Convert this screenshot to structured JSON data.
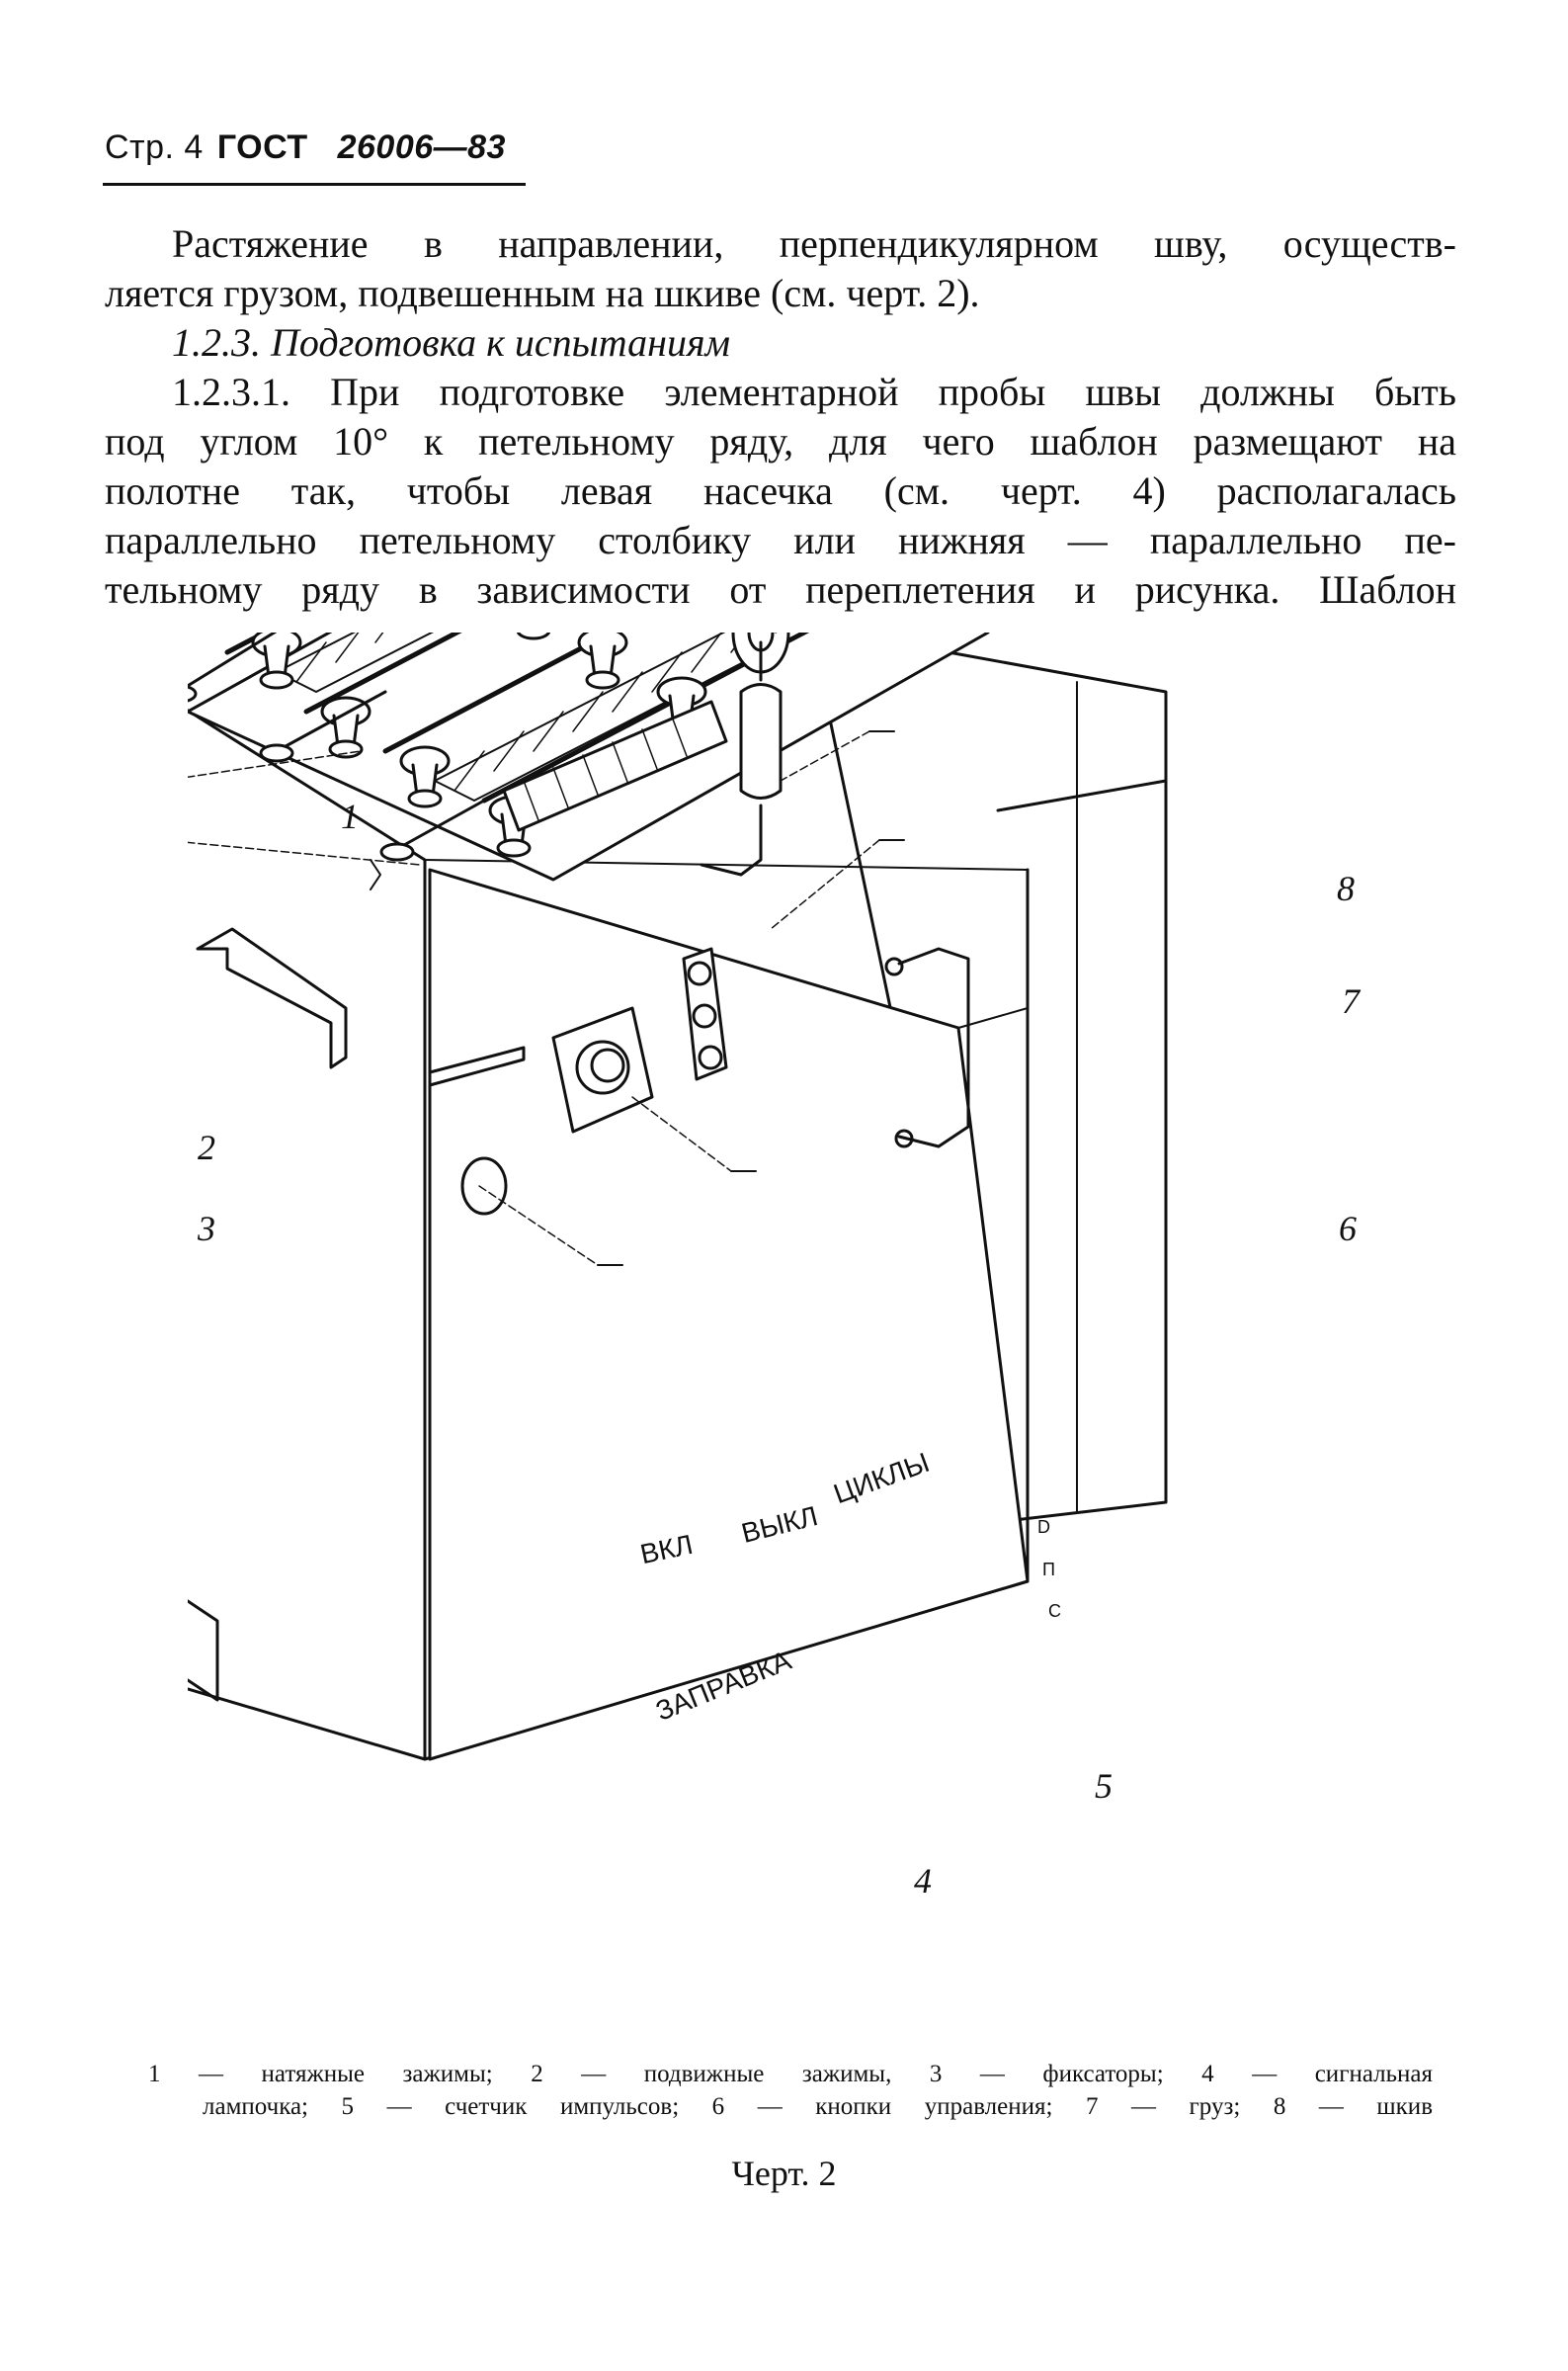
{
  "header": {
    "page_label": "Стр. 4",
    "standard": "ГОСТ",
    "number": "26006—83"
  },
  "text": {
    "p1_l1": "Растяжение в направлении, перпендикулярном шву, осуществ-",
    "p1_l2": "ляется грузом, подвешенным на шкиве (см. черт. 2).",
    "section_heading": "1.2.3. Подготовка к испытаниям",
    "p2_l1": "1.2.3.1. При подготовке элементарной пробы швы должны быть",
    "p2_l2": "под углом 10° к петельному ряду, для чего шаблон размещают на",
    "p2_l3": "полотне так, чтобы левая насечка (см. черт. 4) располагалась",
    "p2_l4": "параллельно петельному столбику или нижняя — параллельно пе-",
    "p2_l5": "тельному ряду в зависимости от переплетения и рисунка. Шаблон"
  },
  "figure": {
    "panel_labels": {
      "on": "ВКЛ",
      "off": "ВЫКЛ",
      "cycles": "ЦИКЛЫ",
      "load": "ЗАПРАВКА"
    },
    "buttons": [
      "D",
      "Π",
      "C"
    ],
    "callouts": [
      "1",
      "2",
      "3",
      "4",
      "5",
      "6",
      "7",
      "8"
    ]
  },
  "caption": {
    "line1": "1 — натяжные зажимы; 2 — подвижные зажимы, 3 — фиксаторы; 4 — сигнальная",
    "line2": "лампочка; 5 — счетчик импульсов; 6 — кнопки управления; 7 — груз; 8 — шкив"
  },
  "figure_label": "Черт. 2"
}
